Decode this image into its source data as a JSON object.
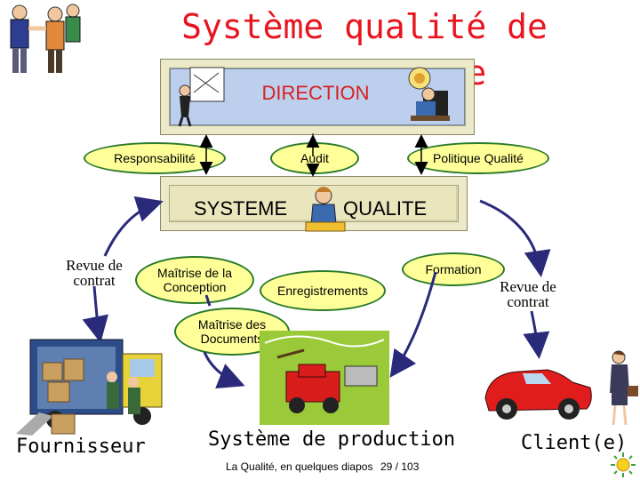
{
  "title": "Système qualité de l'entreprise",
  "direction": {
    "label": "DIRECTION"
  },
  "systeme": {
    "label_left": "SYSTEME",
    "label_right": "QUALITE"
  },
  "ovals": {
    "responsabilite": "Responsabilité",
    "audit": "Audit",
    "politique": "Politique Qualité",
    "maitrise_conception": "Maîtrise de la Conception",
    "enregistrements": "Enregistrements",
    "formation": "Formation",
    "maitrise_documents": "Maîtrise des Documents"
  },
  "revue_contrat_left": "Revue de contrat",
  "revue_contrat_right": "Revue de contrat",
  "fournisseur": "Fournisseur",
  "systeme_production": "Système de production",
  "client": "Client(e)",
  "footer": {
    "text": "La Qualité, en quelques diapos",
    "page": "29 / 103"
  },
  "colors": {
    "title": "#e8141e",
    "oval_fill": "#ffff99",
    "oval_border": "#2a7a2a",
    "direction_text": "#d81f1f"
  },
  "icons": [
    "businessmen-handshake-icon",
    "drafting-figure-icon",
    "manager-at-desk-icon",
    "quality-worker-icon",
    "delivery-truck-icon",
    "production-scene-icon",
    "red-car-icon",
    "businesswoman-icon",
    "sun-icon"
  ]
}
